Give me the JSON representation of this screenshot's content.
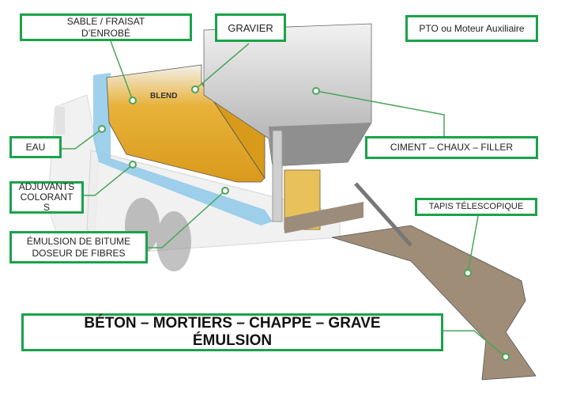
{
  "labels": {
    "sable": "SABLE  / FRAISAT\nD’ENROBÉ",
    "gravier": "GRAVIER",
    "pto": "PTO ou Moteur  Auxiliaire",
    "eau": "EAU",
    "ciment": "CIMENT  – CHAUX  – FILLER",
    "adjuvants": "ADJUVANTS\nCOLORANT\nS",
    "tapis": "TAPIS TÉLESCOPIQUE",
    "emulsion": "ÉMULSION  DE BITUME\nDOSEUR DE FIBRES",
    "output": "BÉTON – MORTIERS – CHAPPE – GRAVE\nÉMULSION"
  },
  "logo_text": "BLEND",
  "colors": {
    "accent": "#1aa34a",
    "sand": "#e3a82a",
    "water": "#8ec9ea",
    "hopper": "#b9b9b9"
  }
}
